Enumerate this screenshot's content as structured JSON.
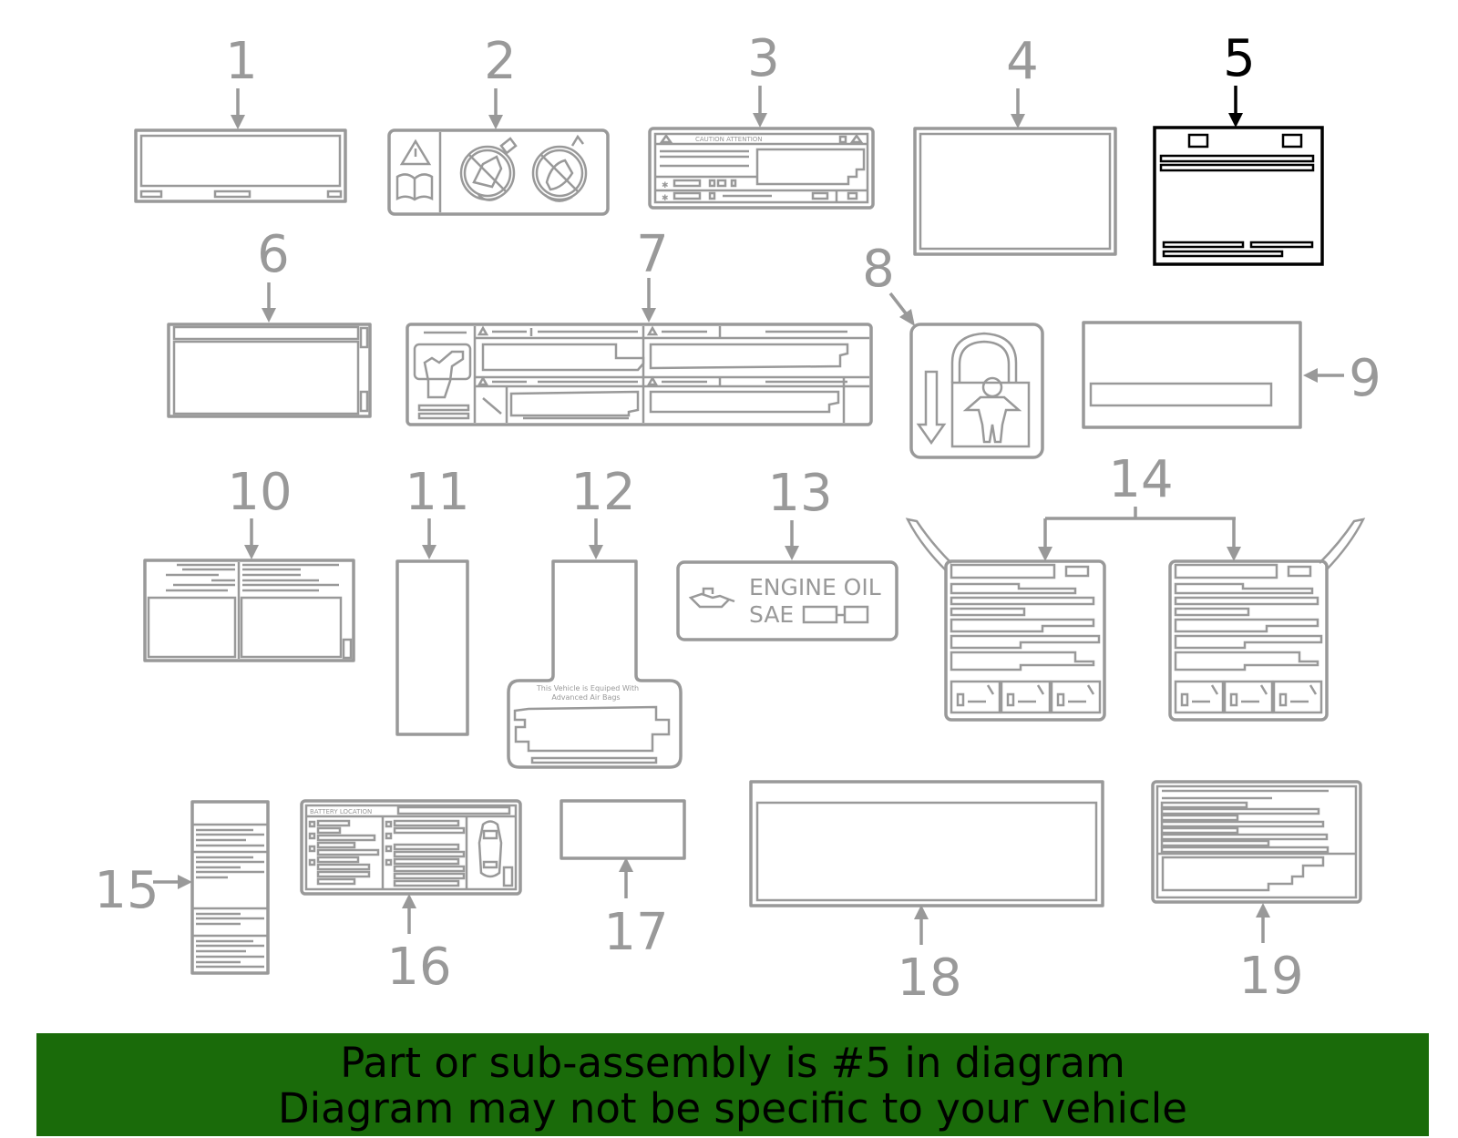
{
  "colors": {
    "highlight": "#000000",
    "part": "#999999",
    "banner": "#1a6b0a"
  },
  "callouts": [
    {
      "id": "1",
      "label": "1"
    },
    {
      "id": "2",
      "label": "2"
    },
    {
      "id": "3",
      "label": "3"
    },
    {
      "id": "4",
      "label": "4"
    },
    {
      "id": "5",
      "label": "5",
      "highlighted": true
    },
    {
      "id": "6",
      "label": "6"
    },
    {
      "id": "7",
      "label": "7"
    },
    {
      "id": "8",
      "label": "8"
    },
    {
      "id": "9",
      "label": "9"
    },
    {
      "id": "10",
      "label": "10"
    },
    {
      "id": "11",
      "label": "11"
    },
    {
      "id": "12",
      "label": "12"
    },
    {
      "id": "13",
      "label": "13"
    },
    {
      "id": "14",
      "label": "14"
    },
    {
      "id": "15",
      "label": "15"
    },
    {
      "id": "16",
      "label": "16"
    },
    {
      "id": "17",
      "label": "17"
    },
    {
      "id": "18",
      "label": "18"
    },
    {
      "id": "19",
      "label": "19"
    }
  ],
  "label_text": {
    "caution": "CAUTION ATTENTION",
    "engine_oil": "ENGINE OIL",
    "sae": "SAE",
    "airbag_line1": "This Vehicle is Equiped With",
    "airbag_line2": "Advanced Air Bags",
    "battery": "BATTERY LOCATION"
  },
  "banner": {
    "line1": "Part or sub-assembly is #5 in diagram",
    "line2": "Diagram may not be specific to your vehicle"
  }
}
